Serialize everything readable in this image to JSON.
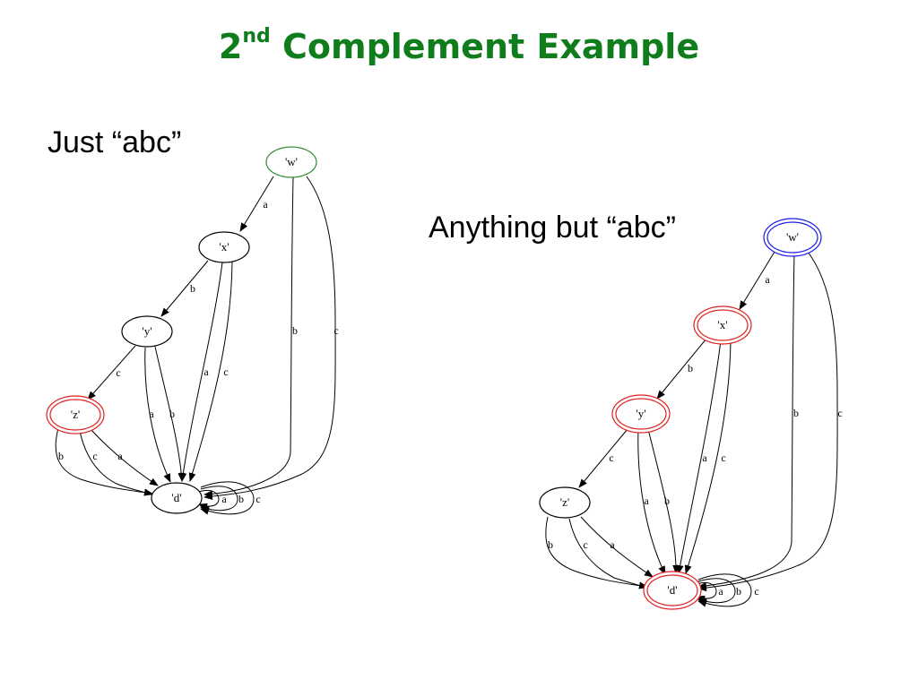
{
  "slide": {
    "title_main": "2",
    "title_sup": "nd",
    "title_rest": " Complement Example"
  },
  "left": {
    "caption": "Just “abc”"
  },
  "right": {
    "caption": "Anything but  “abc”"
  },
  "colors": {
    "title": "#0f7d1c",
    "start_left": "#2e8b2e",
    "start_right": "#1a1aee",
    "accept": "#e02020",
    "normal": "#000000"
  },
  "graphs": [
    {
      "id": "left",
      "nodes": [
        {
          "name": "w",
          "label": "'w'",
          "start": true,
          "accept": false
        },
        {
          "name": "x",
          "label": "'x'",
          "start": false,
          "accept": false
        },
        {
          "name": "y",
          "label": "'y'",
          "start": false,
          "accept": false
        },
        {
          "name": "z",
          "label": "'z'",
          "start": false,
          "accept": true
        },
        {
          "name": "d",
          "label": "'d'",
          "start": false,
          "accept": false
        }
      ],
      "edges": [
        {
          "from": "w",
          "to": "x",
          "label": "a"
        },
        {
          "from": "w",
          "to": "d",
          "label": "b"
        },
        {
          "from": "w",
          "to": "d",
          "label": "c"
        },
        {
          "from": "x",
          "to": "y",
          "label": "b"
        },
        {
          "from": "x",
          "to": "d",
          "label": "a"
        },
        {
          "from": "x",
          "to": "d",
          "label": "c"
        },
        {
          "from": "y",
          "to": "z",
          "label": "c"
        },
        {
          "from": "y",
          "to": "d",
          "label": "a"
        },
        {
          "from": "y",
          "to": "d",
          "label": "b"
        },
        {
          "from": "z",
          "to": "d",
          "label": "b"
        },
        {
          "from": "z",
          "to": "d",
          "label": "c"
        },
        {
          "from": "z",
          "to": "d",
          "label": "a"
        },
        {
          "from": "d",
          "to": "d",
          "label": "a"
        },
        {
          "from": "d",
          "to": "d",
          "label": "b"
        },
        {
          "from": "d",
          "to": "d",
          "label": "c"
        }
      ]
    },
    {
      "id": "right",
      "nodes": [
        {
          "name": "w",
          "label": "'w'",
          "start": true,
          "accept": false
        },
        {
          "name": "x",
          "label": "'x'",
          "start": false,
          "accept": true
        },
        {
          "name": "y",
          "label": "'y'",
          "start": false,
          "accept": true
        },
        {
          "name": "z",
          "label": "'z'",
          "start": false,
          "accept": false
        },
        {
          "name": "d",
          "label": "'d'",
          "start": false,
          "accept": true
        }
      ],
      "edges": [
        {
          "from": "w",
          "to": "x",
          "label": "a"
        },
        {
          "from": "w",
          "to": "d",
          "label": "b"
        },
        {
          "from": "w",
          "to": "d",
          "label": "c"
        },
        {
          "from": "x",
          "to": "y",
          "label": "b"
        },
        {
          "from": "x",
          "to": "d",
          "label": "a"
        },
        {
          "from": "x",
          "to": "d",
          "label": "c"
        },
        {
          "from": "y",
          "to": "z",
          "label": "c"
        },
        {
          "from": "y",
          "to": "d",
          "label": "a"
        },
        {
          "from": "y",
          "to": "d",
          "label": "b"
        },
        {
          "from": "z",
          "to": "d",
          "label": "b"
        },
        {
          "from": "z",
          "to": "d",
          "label": "c"
        },
        {
          "from": "z",
          "to": "d",
          "label": "a"
        },
        {
          "from": "d",
          "to": "d",
          "label": "a"
        },
        {
          "from": "d",
          "to": "d",
          "label": "b"
        },
        {
          "from": "d",
          "to": "d",
          "label": "c"
        }
      ]
    }
  ]
}
